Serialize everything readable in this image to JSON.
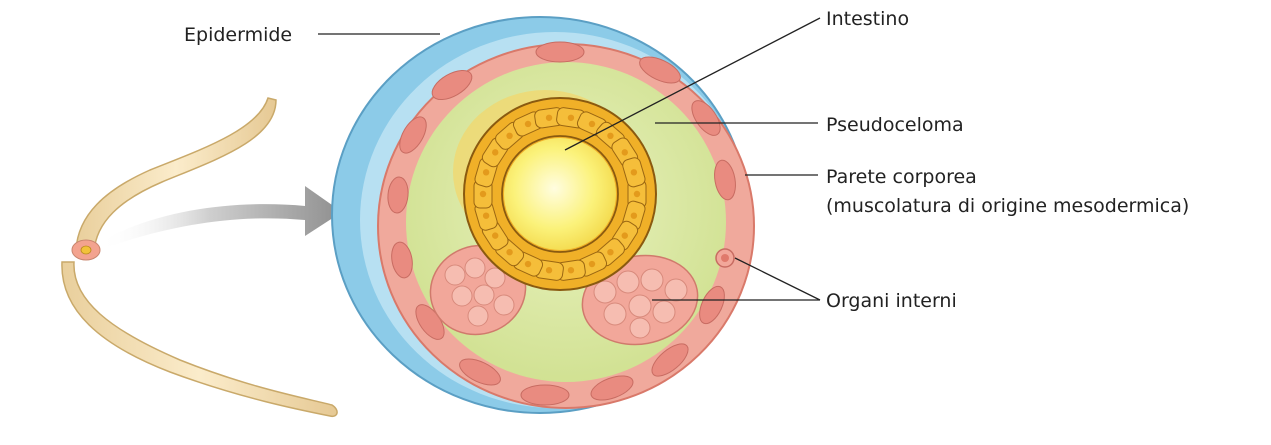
{
  "diagram": {
    "labels": {
      "epidermide": "Epidermide",
      "intestino": "Intestino",
      "pseudoceloma": "Pseudoceloma",
      "parete_line1": "Parete corporea",
      "parete_line2": "(muscolatura di origine mesodermica)",
      "organi_interni": "Organi interni"
    },
    "colors": {
      "epidermis_blue": "#8ccbe8",
      "body_wall_pink": "#f0a99c",
      "pseudocoelom_green": "#d9e8a6",
      "intestine_orange": "#f0b028",
      "lumen_yellow": "#fbf27a",
      "worm_cream": "#f7e3b8",
      "arrow_gray": "#9a9a9a"
    }
  }
}
